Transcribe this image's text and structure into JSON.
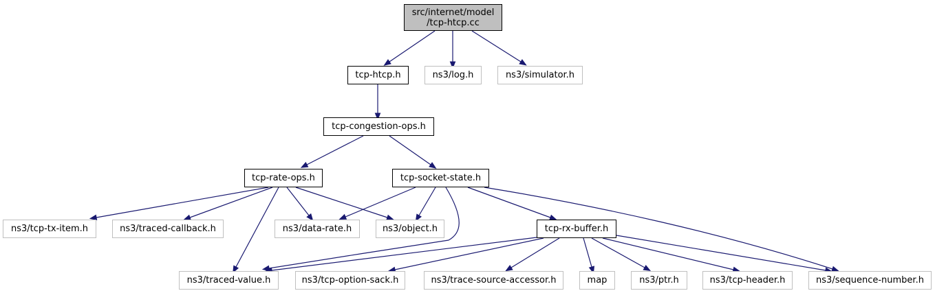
{
  "diagram": {
    "colors": {
      "edge": "#191970",
      "solid_border": "#000000",
      "ghost_border": "#bfbfbf",
      "root_fill": "#bfbfbf"
    },
    "nodes": [
      {
        "id": "root",
        "label": "src/internet/model\n/tcp-htcp.cc",
        "kind": "root"
      },
      {
        "id": "tcp_htcp_h",
        "label": "tcp-htcp.h",
        "kind": "solid"
      },
      {
        "id": "ns3_log_h",
        "label": "ns3/log.h",
        "kind": "ghost"
      },
      {
        "id": "ns3_simulator_h",
        "label": "ns3/simulator.h",
        "kind": "ghost"
      },
      {
        "id": "tcp_congestion_ops_h",
        "label": "tcp-congestion-ops.h",
        "kind": "solid"
      },
      {
        "id": "tcp_rate_ops_h",
        "label": "tcp-rate-ops.h",
        "kind": "solid"
      },
      {
        "id": "tcp_socket_state_h",
        "label": "tcp-socket-state.h",
        "kind": "solid"
      },
      {
        "id": "ns3_tcp_tx_item_h",
        "label": "ns3/tcp-tx-item.h",
        "kind": "ghost"
      },
      {
        "id": "ns3_traced_callback_h",
        "label": "ns3/traced-callback.h",
        "kind": "ghost"
      },
      {
        "id": "ns3_data_rate_h",
        "label": "ns3/data-rate.h",
        "kind": "ghost"
      },
      {
        "id": "ns3_object_h",
        "label": "ns3/object.h",
        "kind": "ghost"
      },
      {
        "id": "tcp_rx_buffer_h",
        "label": "tcp-rx-buffer.h",
        "kind": "solid"
      },
      {
        "id": "ns3_traced_value_h",
        "label": "ns3/traced-value.h",
        "kind": "ghost"
      },
      {
        "id": "ns3_tcp_option_sack_h",
        "label": "ns3/tcp-option-sack.h",
        "kind": "ghost"
      },
      {
        "id": "ns3_trace_source_accessor_h",
        "label": "ns3/trace-source-accessor.h",
        "kind": "ghost"
      },
      {
        "id": "map",
        "label": "map",
        "kind": "ghost"
      },
      {
        "id": "ns3_ptr_h",
        "label": "ns3/ptr.h",
        "kind": "ghost"
      },
      {
        "id": "ns3_tcp_header_h",
        "label": "ns3/tcp-header.h",
        "kind": "ghost"
      },
      {
        "id": "ns3_sequence_number_h",
        "label": "ns3/sequence-number.h",
        "kind": "ghost"
      }
    ],
    "edges": [
      {
        "from": "root",
        "to": "tcp_htcp_h"
      },
      {
        "from": "root",
        "to": "ns3_log_h"
      },
      {
        "from": "root",
        "to": "ns3_simulator_h"
      },
      {
        "from": "tcp_htcp_h",
        "to": "tcp_congestion_ops_h"
      },
      {
        "from": "tcp_congestion_ops_h",
        "to": "tcp_rate_ops_h"
      },
      {
        "from": "tcp_congestion_ops_h",
        "to": "tcp_socket_state_h"
      },
      {
        "from": "tcp_rate_ops_h",
        "to": "ns3_tcp_tx_item_h"
      },
      {
        "from": "tcp_rate_ops_h",
        "to": "ns3_traced_callback_h"
      },
      {
        "from": "tcp_rate_ops_h",
        "to": "ns3_data_rate_h"
      },
      {
        "from": "tcp_rate_ops_h",
        "to": "ns3_object_h"
      },
      {
        "from": "tcp_rate_ops_h",
        "to": "ns3_traced_value_h"
      },
      {
        "from": "tcp_socket_state_h",
        "to": "ns3_data_rate_h"
      },
      {
        "from": "tcp_socket_state_h",
        "to": "ns3_object_h"
      },
      {
        "from": "tcp_socket_state_h",
        "to": "ns3_traced_value_h"
      },
      {
        "from": "tcp_socket_state_h",
        "to": "tcp_rx_buffer_h"
      },
      {
        "from": "tcp_socket_state_h",
        "to": "ns3_sequence_number_h"
      },
      {
        "from": "tcp_rx_buffer_h",
        "to": "ns3_traced_value_h"
      },
      {
        "from": "tcp_rx_buffer_h",
        "to": "ns3_tcp_option_sack_h"
      },
      {
        "from": "tcp_rx_buffer_h",
        "to": "ns3_trace_source_accessor_h"
      },
      {
        "from": "tcp_rx_buffer_h",
        "to": "map"
      },
      {
        "from": "tcp_rx_buffer_h",
        "to": "ns3_ptr_h"
      },
      {
        "from": "tcp_rx_buffer_h",
        "to": "ns3_tcp_header_h"
      },
      {
        "from": "tcp_rx_buffer_h",
        "to": "ns3_sequence_number_h"
      }
    ]
  }
}
